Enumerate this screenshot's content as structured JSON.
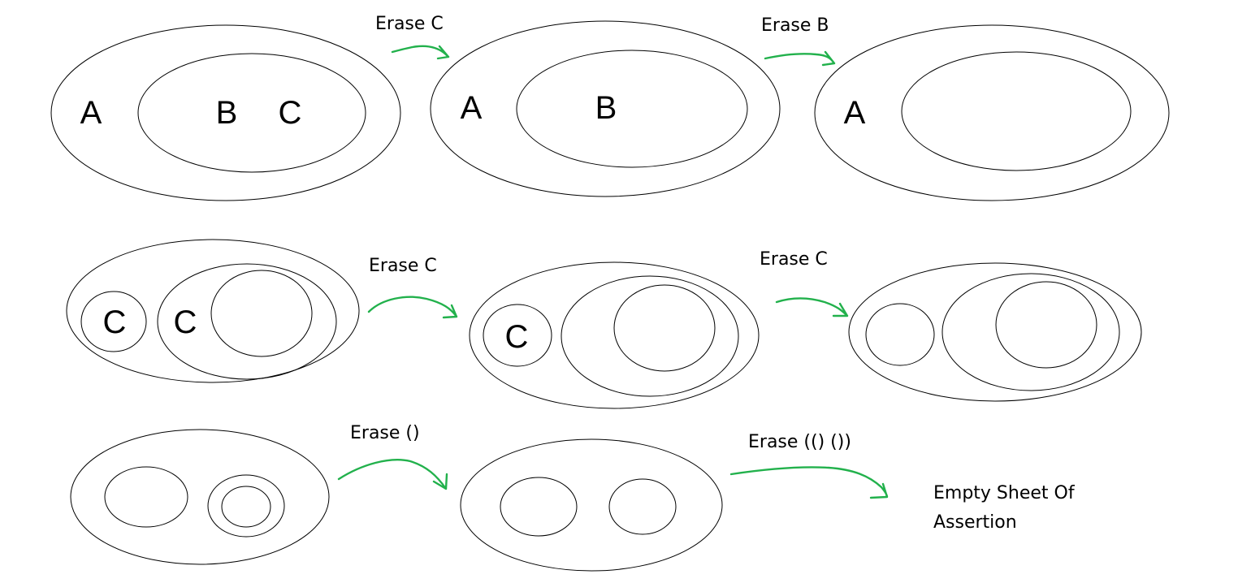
{
  "colors": {
    "cut_stroke": "#000000",
    "arrow_stroke": "#22b14c",
    "background": "#ffffff"
  },
  "rows": [
    {
      "steps": [
        {
          "letters": [
            "A",
            "B",
            "C"
          ]
        },
        {
          "letters": [
            "A",
            "B"
          ]
        },
        {
          "letters": [
            "A"
          ]
        }
      ],
      "transitions": [
        "Erase C",
        "Erase B"
      ]
    },
    {
      "steps": [
        {
          "letters": [
            "C",
            "C"
          ]
        },
        {
          "letters": [
            "C"
          ]
        },
        {
          "letters": []
        }
      ],
      "transitions": [
        "Erase C",
        "Erase C"
      ]
    },
    {
      "steps": [
        {
          "letters": []
        },
        {
          "letters": []
        }
      ],
      "transitions": [
        "Erase ()",
        "Erase (() ())"
      ],
      "result": {
        "line1": "Empty Sheet Of",
        "line2": "Assertion"
      }
    }
  ]
}
